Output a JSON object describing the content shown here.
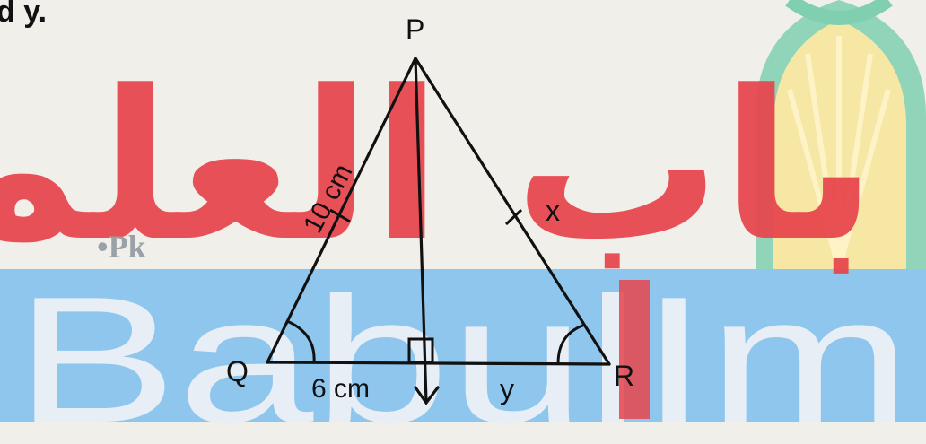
{
  "caption_fragment": "d y.",
  "watermark": {
    "arabic_text": "باب العلم",
    "latin_text": "BabulIm",
    "site_suffix": "•Pk",
    "arabic_color": "#e8434b",
    "band_color": "#8ec6ee",
    "latin_color": "#e7eef5",
    "dome_color": "#f6e7a4",
    "dome_border_color": "#7fcfb0",
    "accent_bar_color": "#e8434b"
  },
  "diagram": {
    "vertices": {
      "top": "P",
      "left": "Q",
      "right": "R"
    },
    "side_labels": {
      "left_side": "10 cm",
      "right_side": "x",
      "base_left": "6 cm",
      "base_right": "y"
    },
    "markings": [
      "tick-mark-pq",
      "tick-mark-pr",
      "angle-arc-q",
      "angle-arc-r",
      "right-angle-square",
      "altitude-arrow"
    ],
    "line_color": "#111111"
  }
}
